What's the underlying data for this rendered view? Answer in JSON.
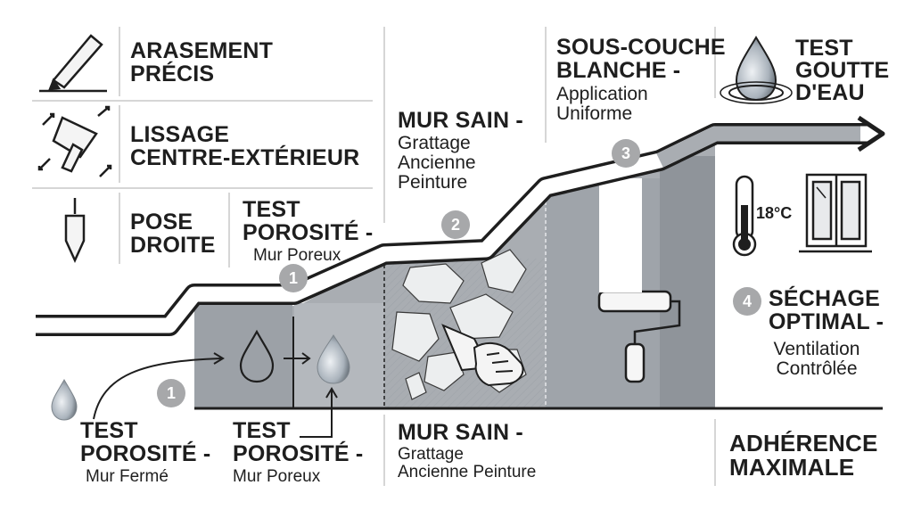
{
  "colors": {
    "ink": "#1e1e1e",
    "wall": "#a9adb2",
    "wall_dark": "#8f949a",
    "badge": "#a7a8aa",
    "band": "#ffffff"
  },
  "sidebar": {
    "items": [
      {
        "icon": "utility-knife-icon",
        "lines": [
          "ARASEMENT",
          "PRÉCIS"
        ]
      },
      {
        "icon": "trowel-icon",
        "lines": [
          "LISSAGE",
          "CENTRE-EXTÉRIEUR"
        ]
      },
      {
        "icon": "plumb-bob-icon",
        "lines": [
          "POSE",
          "DROITE"
        ]
      }
    ]
  },
  "steps": {
    "porosity_top": {
      "title_lines": [
        "TEST",
        "POROSITÉ -"
      ],
      "subtitle": "Mur Poreux",
      "badge": "1"
    },
    "sound_wall_top": {
      "title": "MUR SAIN -",
      "subtitle_lines": [
        "Grattage",
        "Ancienne",
        "Peinture"
      ],
      "badge": "2"
    },
    "undercoat": {
      "title_lines": [
        "SOUS-COUCHE",
        "BLANCHE -"
      ],
      "subtitle_lines": [
        "Application",
        "Uniforme"
      ],
      "badge": "3"
    },
    "water_drop_test": {
      "icon": "water-drop-icon",
      "lines": [
        "TEST",
        "GOUTTE",
        "D'EAU"
      ]
    },
    "drying": {
      "badge": "4",
      "title_lines": [
        "SÉCHAGE",
        "OPTIMAL -"
      ],
      "subtitle_lines": [
        "Ventilation",
        "Contrôlée"
      ],
      "temperature": "18°C"
    }
  },
  "bottom": {
    "closed_wall": {
      "badge": "1",
      "title_lines": [
        "TEST",
        "POROSITÉ -"
      ],
      "subtitle": "Mur Fermé"
    },
    "porous_wall": {
      "title_lines": [
        "TEST",
        "POROSITÉ -"
      ],
      "subtitle": "Mur Poreux"
    },
    "sound_wall": {
      "title": "MUR SAIN -",
      "subtitle_lines": [
        "Grattage",
        "Ancienne Peinture"
      ]
    },
    "result": {
      "lines": [
        "ADHÉRENCE",
        "MAXIMALE"
      ]
    }
  }
}
